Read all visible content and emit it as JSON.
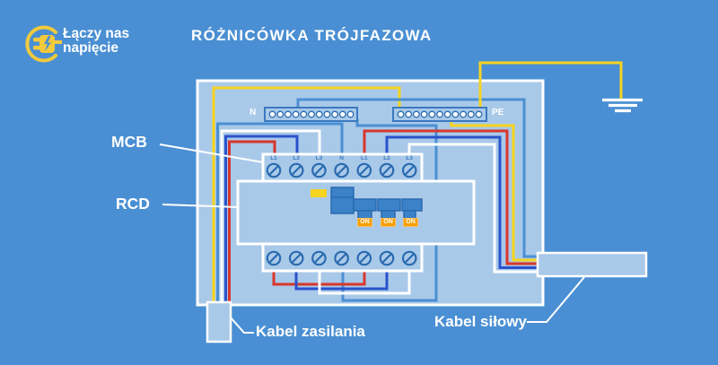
{
  "logo": {
    "line1": "Łączy nas",
    "line2": "napięcie"
  },
  "title": "RÓŻNICÓWKA TRÓJFAZOWA",
  "labels": {
    "mcb": "MCB",
    "rcd": "RCD",
    "supply_cable": "Kabel zasilania",
    "power_cable": "Kabel siłowy",
    "neutral_bar": "N",
    "pe_bar": "PE"
  },
  "device": {
    "top_terminals": [
      "L1",
      "L2",
      "L3",
      "N",
      "L1",
      "L2",
      "L3"
    ],
    "on_label": "ON",
    "rcd_switch": "lever-with-test-button",
    "mcb_switch_count": 3
  },
  "colors": {
    "background": "#4a8fd3",
    "enclosure_fill": "#a9c9e9",
    "outline_white": "#ffffff",
    "bar_outline": "#3b79c0",
    "screw_blue": "#2a6bb0",
    "wire_phase_red": "#d8372b",
    "wire_phase_blue": "#2a52cc",
    "wire_phase_white": "#ffffff",
    "wire_neutral_lightblue": "#4a8fd3",
    "wire_pe_yellow": "#f6d41f",
    "switch_fill": "#3b82c8",
    "on_badge_orange": "#f59f00",
    "logo_yellow": "#f2ca3d"
  }
}
